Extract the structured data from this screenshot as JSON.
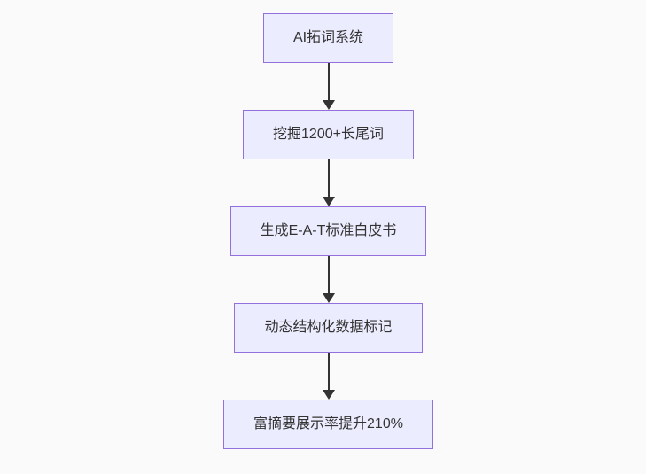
{
  "diagram": {
    "type": "flowchart",
    "direction": "top-down",
    "colors": {
      "background": "#FAFAFA",
      "node_fill": "#ECECFF",
      "node_border": "#9370DB",
      "node_text": "#333333",
      "arrow": "#333333"
    },
    "nodes": [
      {
        "id": "step-1",
        "label": "AI拓词系统"
      },
      {
        "id": "step-2",
        "label": "挖掘1200+长尾词"
      },
      {
        "id": "step-3",
        "label": "生成E-A-T标准白皮书"
      },
      {
        "id": "step-4",
        "label": "动态结构化数据标记"
      },
      {
        "id": "step-5",
        "label": "富摘要展示率提升210%"
      }
    ],
    "edges": [
      {
        "from": "step-1",
        "to": "step-2"
      },
      {
        "from": "step-2",
        "to": "step-3"
      },
      {
        "from": "step-3",
        "to": "step-4"
      },
      {
        "from": "step-4",
        "to": "step-5"
      }
    ]
  }
}
